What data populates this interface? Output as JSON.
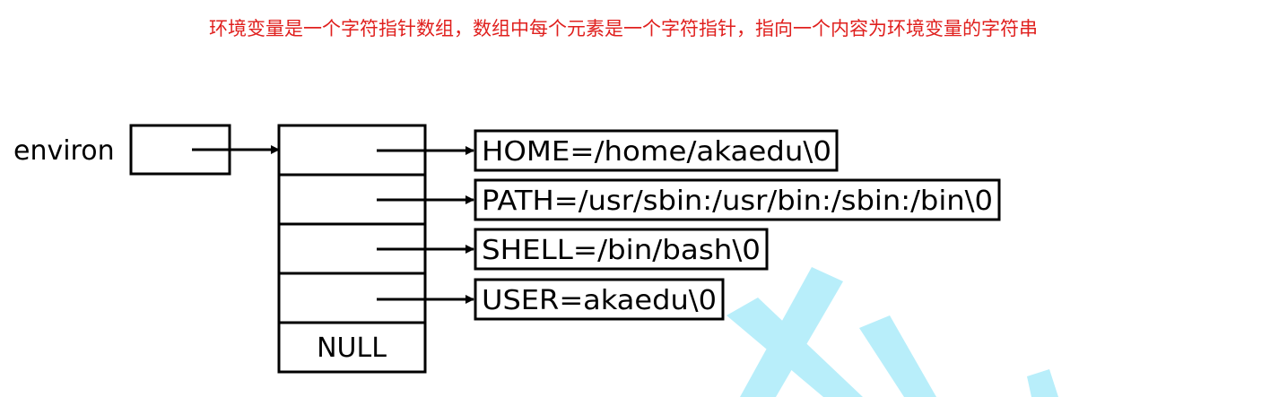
{
  "caption": "环境变量是一个字符指针数组，数组中每个元素是一个字符指针，指向一个内容为环境变量的字符串",
  "colors": {
    "caption": "#e0201e",
    "stroke": "#000000",
    "watermark": "#b8eefa"
  },
  "environ_label": "environ",
  "array_terminator": "NULL",
  "env_strings": [
    "HOME=/home/akaedu\\0",
    "PATH=/usr/sbin:/usr/bin:/sbin:/bin\\0",
    "SHELL=/bin/bash\\0",
    "USER=akaedu\\0"
  ]
}
